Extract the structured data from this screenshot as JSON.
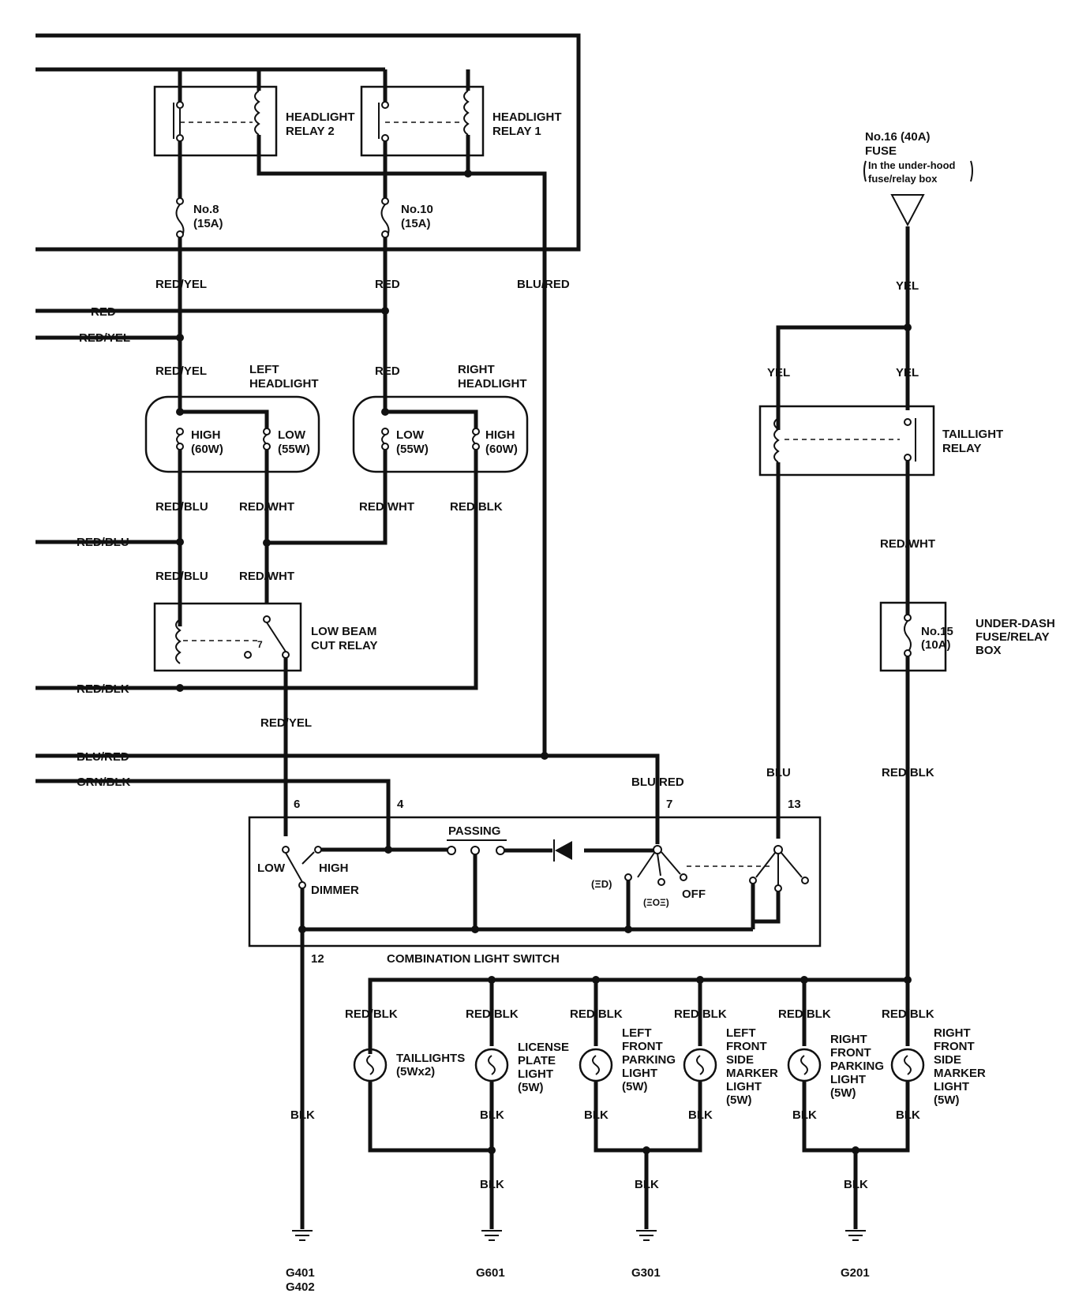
{
  "relays": {
    "headlight_relay_2": [
      "HEADLIGHT",
      "RELAY 2"
    ],
    "headlight_relay_1": [
      "HEADLIGHT",
      "RELAY 1"
    ],
    "taillight_relay": [
      "TAILLIGHT",
      "RELAY"
    ],
    "low_beam_cut_relay": [
      "LOW BEAM",
      "CUT RELAY"
    ]
  },
  "fuses": {
    "no8": [
      "No.8",
      "(15A)"
    ],
    "no10": [
      "No.10",
      "(15A)"
    ],
    "no16": [
      "No.16 (40A)",
      "FUSE",
      "In the under-hood",
      "fuse/relay box"
    ],
    "no15": [
      "No.15",
      "(10A)"
    ],
    "under_dash_box": [
      "UNDER-DASH",
      "FUSE/RELAY",
      "BOX"
    ]
  },
  "headlights": {
    "left_title": [
      "LEFT",
      "HEADLIGHT"
    ],
    "right_title": [
      "RIGHT",
      "HEADLIGHT"
    ],
    "left_high": [
      "HIGH",
      "(60W)"
    ],
    "left_low": [
      "LOW",
      "(55W)"
    ],
    "right_low": [
      "LOW",
      "(55W)"
    ],
    "right_high": [
      "HIGH",
      "(60W)"
    ]
  },
  "wires": {
    "red_yel": "RED/YEL",
    "red": "RED",
    "blu_red": "BLU/RED",
    "yel": "YEL",
    "red_blu": "RED/BLU",
    "red_wht": "RED/WHT",
    "red_blk": "RED/BLK",
    "grn_blk": "GRN/BLK",
    "blu": "BLU",
    "blk": "BLK"
  },
  "switch": {
    "title": "COMBINATION LIGHT SWITCH",
    "passing": "PASSING",
    "low": "LOW",
    "high": "HIGH",
    "dimmer": "DIMMER",
    "off": "OFF",
    "hd": "(ΞD)",
    "park": "(ΞOΞ)",
    "pins": [
      "6",
      "4",
      "7",
      "13",
      "12"
    ],
    "relay_pin": "7"
  },
  "lights": {
    "taillights": [
      "TAILLIGHTS",
      "(5Wx2)"
    ],
    "license": [
      "LICENSE",
      "PLATE",
      "LIGHT",
      "(5W)"
    ],
    "left_parking": [
      "LEFT",
      "FRONT",
      "PARKING",
      "LIGHT",
      "(5W)"
    ],
    "left_marker": [
      "LEFT",
      "FRONT",
      "SIDE",
      "MARKER",
      "LIGHT",
      "(5W)"
    ],
    "right_parking": [
      "RIGHT",
      "FRONT",
      "PARKING",
      "LIGHT",
      "(5W)"
    ],
    "right_marker": [
      "RIGHT",
      "FRONT",
      "SIDE",
      "MARKER",
      "LIGHT",
      "(5W)"
    ]
  },
  "grounds": {
    "g401": [
      "G401",
      "G402"
    ],
    "g601": "G601",
    "g301": "G301",
    "g201": "G201"
  }
}
